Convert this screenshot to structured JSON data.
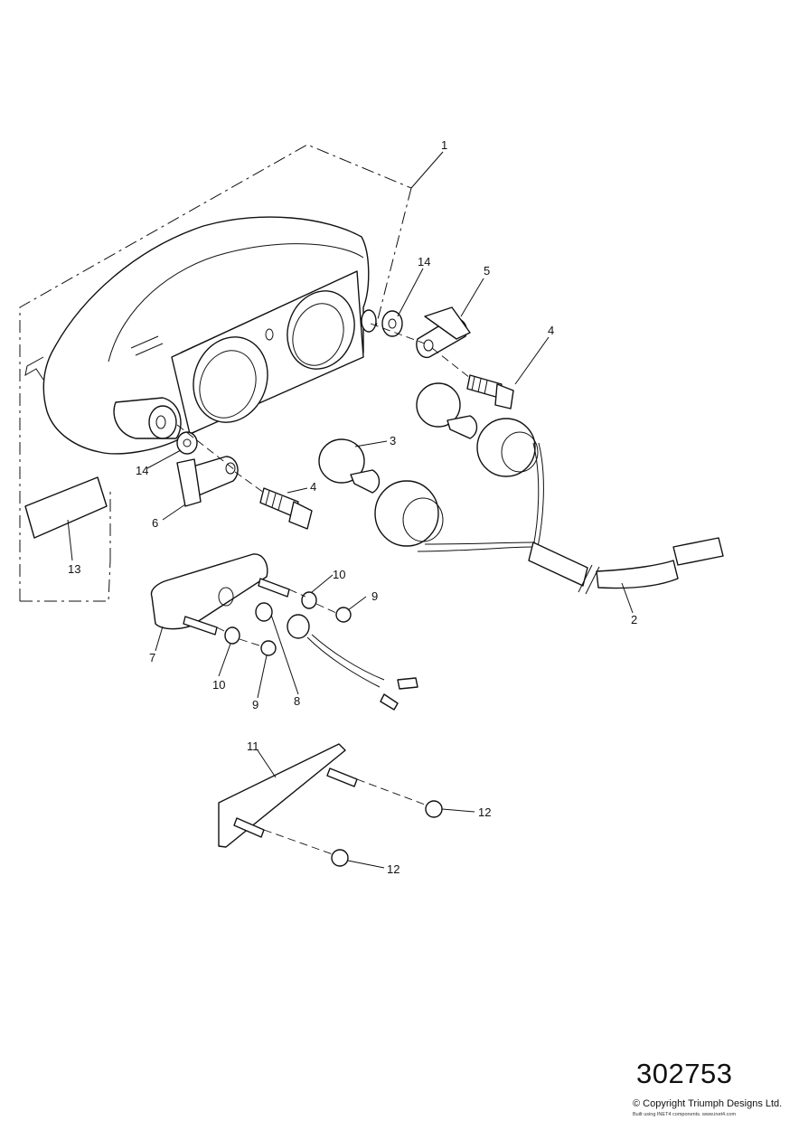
{
  "diagram": {
    "reference_number": "302753",
    "copyright": "© Copyright Triumph Designs Ltd.",
    "built_with": "Built using INET4 components. www.inet4.com",
    "callouts": [
      {
        "id": "c1",
        "label": "1"
      },
      {
        "id": "c14a",
        "label": "14"
      },
      {
        "id": "c5",
        "label": "5"
      },
      {
        "id": "c4a",
        "label": "4"
      },
      {
        "id": "c3",
        "label": "3"
      },
      {
        "id": "c14b",
        "label": "14"
      },
      {
        "id": "c4b",
        "label": "4"
      },
      {
        "id": "c6",
        "label": "6"
      },
      {
        "id": "c13",
        "label": "13"
      },
      {
        "id": "c2",
        "label": "2"
      },
      {
        "id": "c10a",
        "label": "10"
      },
      {
        "id": "c9a",
        "label": "9"
      },
      {
        "id": "c7",
        "label": "7"
      },
      {
        "id": "c10b",
        "label": "10"
      },
      {
        "id": "c9b",
        "label": "9"
      },
      {
        "id": "c8",
        "label": "8"
      },
      {
        "id": "c11",
        "label": "11"
      },
      {
        "id": "c12a",
        "label": "12"
      },
      {
        "id": "c12b",
        "label": "12"
      }
    ]
  }
}
